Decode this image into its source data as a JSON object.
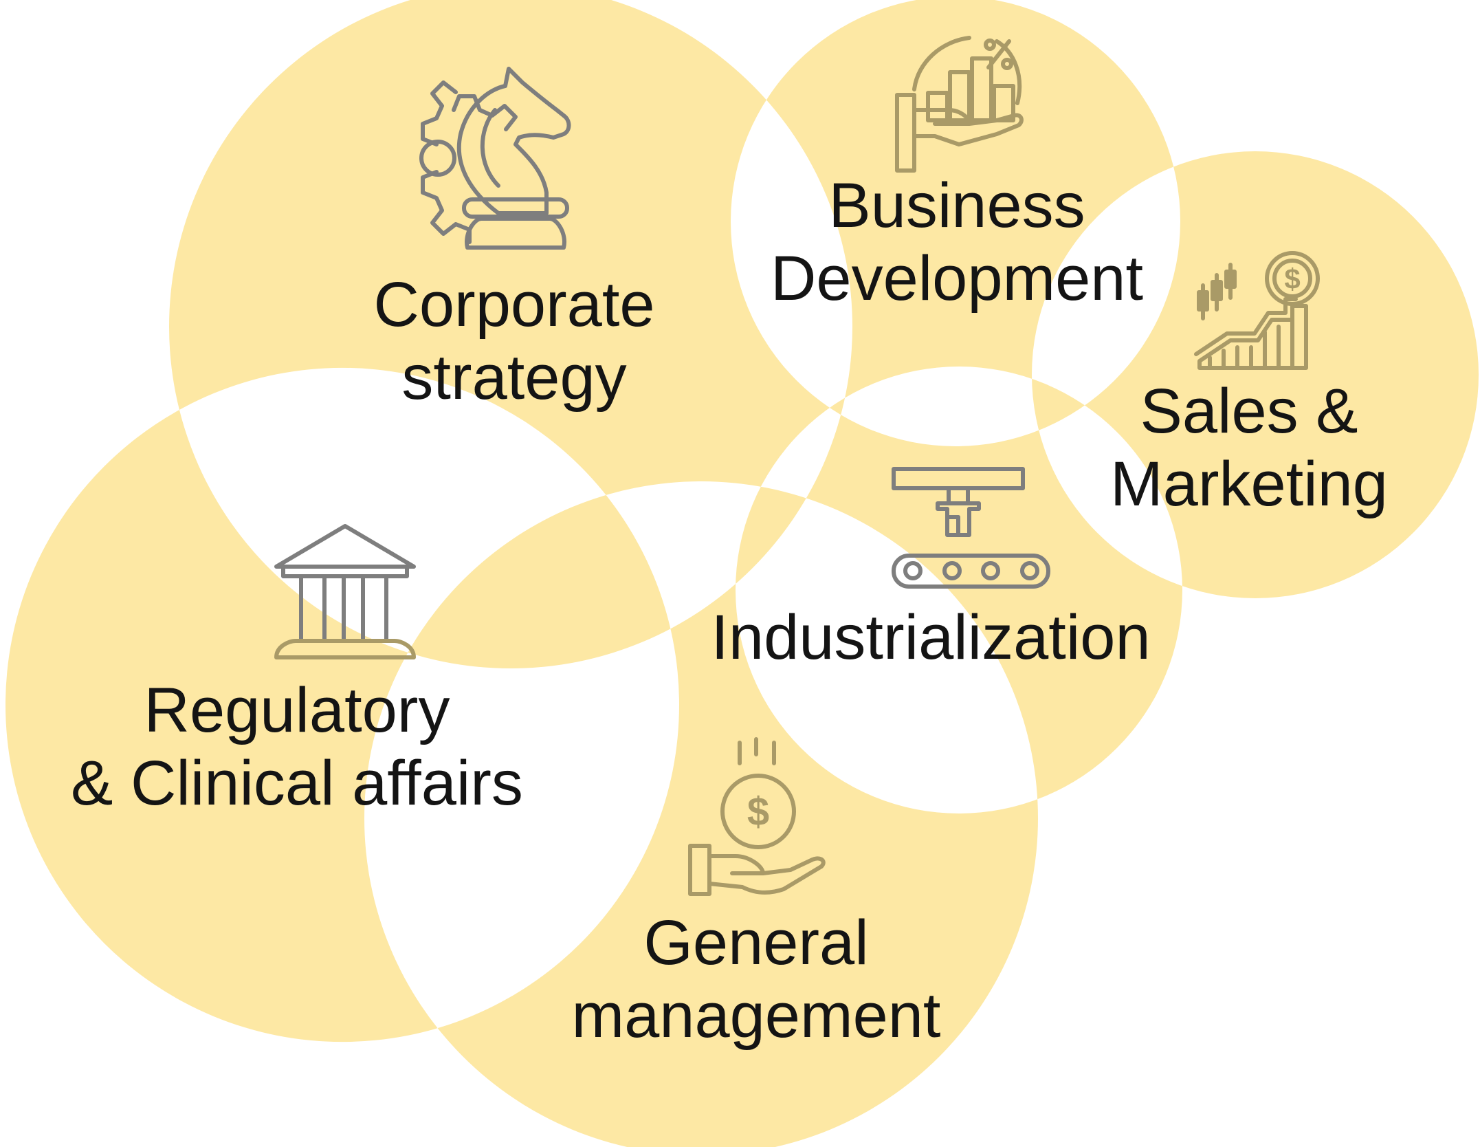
{
  "colors": {
    "fill": "#fde8a4",
    "overlap": "#fde196",
    "icon_stroke_gray": "#7e7e7e",
    "icon_stroke_gold": "#a99a67",
    "text": "#141414"
  },
  "nodes": [
    {
      "id": "corporate-strategy",
      "lines": [
        "Corporate",
        "strategy"
      ],
      "icon": "chess-knight-gear-icon"
    },
    {
      "id": "business-development",
      "lines": [
        "Business",
        "Development"
      ],
      "icon": "hand-bar-chart-percent-icon"
    },
    {
      "id": "sales-marketing",
      "lines": [
        "Sales &",
        "Marketing"
      ],
      "icon": "candlestick-growth-dollar-icon"
    },
    {
      "id": "industrialization",
      "lines": [
        "Industrialization"
      ],
      "icon": "robot-arm-conveyor-icon"
    },
    {
      "id": "regulatory-clinical",
      "lines": [
        "Regulatory",
        "& Clinical affairs"
      ],
      "icon": "courthouse-columns-icon"
    },
    {
      "id": "general-management",
      "lines": [
        "General",
        "management"
      ],
      "icon": "hand-dollar-coin-icon"
    }
  ]
}
